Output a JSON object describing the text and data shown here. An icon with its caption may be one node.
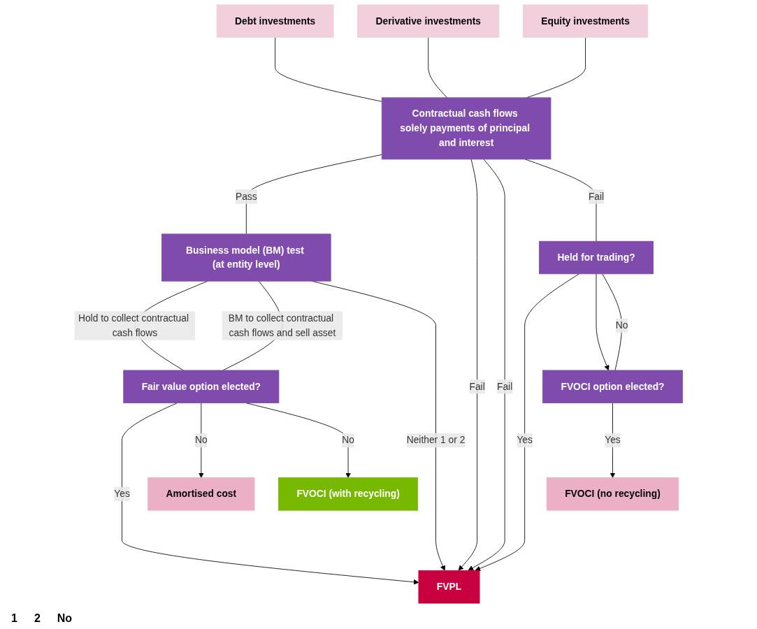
{
  "diagram": {
    "nodes": [
      {
        "text": [
          "Debt investments"
        ]
      },
      {
        "text": [
          "Derivative investments"
        ]
      },
      {
        "text": [
          "Equity investments"
        ]
      },
      {
        "text": [
          "Contractual cash flows solely payments of principal and interest"
        ]
      },
      {
        "text": [
          "Business model (BM) test (at entity level)"
        ]
      },
      {
        "text": [
          "Held for trading?"
        ]
      },
      {
        "text": [
          "Fair value option elected?"
        ]
      },
      {
        "text": [
          "FVOCI option elected?"
        ]
      },
      {
        "text": [
          "Amortised cost"
        ]
      },
      {
        "text": [
          "FVOCI (with recycling)"
        ]
      },
      {
        "text": [
          "FVPL"
        ]
      },
      {
        "text": [
          "FVOCI (no recycling)"
        ]
      }
    ],
    "edges": [
      {
        "from": 0,
        "to": 3,
        "arrow": "none"
      },
      {
        "from": 1,
        "to": 3,
        "arrow": "none"
      },
      {
        "from": 2,
        "to": 3,
        "arrow": "none"
      },
      {
        "from": 3,
        "to": 4,
        "arrow": "none",
        "label": "Pass"
      },
      {
        "from": 3,
        "to": 10,
        "arrow": "to",
        "label": "Fail"
      },
      {
        "from": 3,
        "to": 10,
        "arrow": "to",
        "label": "Fail"
      },
      {
        "from": 3,
        "to": 5,
        "arrow": "none",
        "label": "Fail"
      },
      {
        "from": 4,
        "to": 6,
        "arrow": "none",
        "label": "Hold to collect contractual cash flows"
      },
      {
        "from": 4,
        "to": 6,
        "arrow": "none",
        "label": "BM to collect contractual cash flows and sell asset"
      },
      {
        "from": 4,
        "to": 10,
        "arrow": "to",
        "label": "Neither 1 or 2"
      },
      {
        "from": 6,
        "to": 10,
        "arrow": "to",
        "label": "Yes"
      },
      {
        "from": 6,
        "to": 8,
        "arrow": "to",
        "label": "No"
      },
      {
        "from": 6,
        "to": 9,
        "arrow": "to",
        "label": "No"
      },
      {
        "from": 5,
        "to": 10,
        "arrow": "to",
        "label": "Yes"
      },
      {
        "from": 5,
        "to": 7,
        "arrow": "to"
      },
      {
        "from": 5,
        "to": 7,
        "arrow": "none",
        "label": "No"
      },
      {
        "from": 7,
        "to": 11,
        "arrow": "to",
        "label": "Yes"
      }
    ],
    "labels": [
      "1",
      "2",
      "No"
    ]
  }
}
